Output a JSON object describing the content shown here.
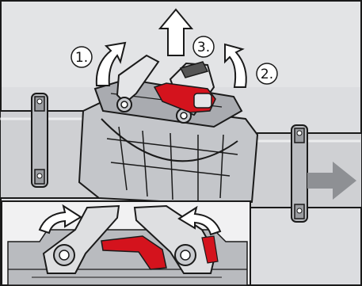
{
  "steps": {
    "step1": "1.",
    "step2": "2.",
    "step3": "3."
  },
  "colors": {
    "background": "#e3e4e6",
    "pipe": "#cdced1",
    "housing": "#b7b9bd",
    "latch_red": "#d4131d",
    "arrow_fill": "#ffffff",
    "arrow_stroke": "#1a1a1a",
    "flow_arrow": "#8e9094",
    "outline": "#1a1a1a"
  },
  "icons": {
    "upward_arrows": "curved-arrow-up-icon",
    "flow": "flow-direction-arrow-icon",
    "inset_arrows": "curved-arrow-icon"
  }
}
